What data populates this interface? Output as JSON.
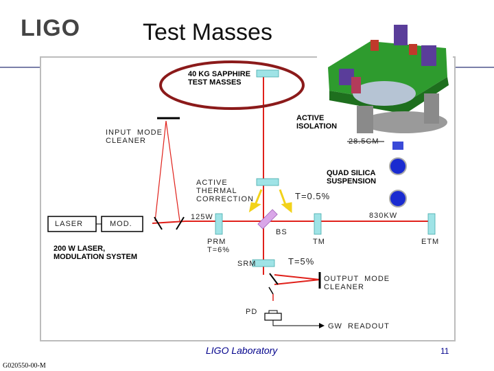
{
  "header": {
    "logo": "LIGO",
    "title": "Test Masses"
  },
  "labels": {
    "sapphire": "40 KG SAPPHIRE\nTEST MASSES",
    "active_isolation": "ACTIVE\nISOLATION",
    "input_mode_cleaner": "INPUT  MODE\nCLEANER",
    "dimension": "28.5CM",
    "quad_silica": "QUAD SILICA\nSUSPENSION",
    "active_thermal": "ACTIVE\nTHERMAL\nCORRECTION",
    "t_half": "T=0.5%",
    "laser": "LASER",
    "mod": "MOD.",
    "power_125": "125W",
    "bs": "BS",
    "kw": "830KW",
    "laser_system": "200 W LASER,\nMODULATION SYSTEM",
    "prm": "PRM\nT=6%",
    "tm": "TM",
    "etm": "ETM",
    "srm": "SRM",
    "t_five": "T=5%",
    "output_mode_cleaner": "OUTPUT  MODE\nCLEANER",
    "pd": "PD",
    "gw_readout": "GW  READOUT"
  },
  "colors": {
    "beam": "#e0201a",
    "optic": "#9fe3e6",
    "highlight_ellipse": "#8b1a1a",
    "arrow_yellow": "#f2d21a",
    "footer_text": "#00008b",
    "rule_line": "#7a7fa8"
  },
  "footer": {
    "center": "LIGO Laboratory",
    "page": "11",
    "doc_id": "G020550-00-M"
  }
}
